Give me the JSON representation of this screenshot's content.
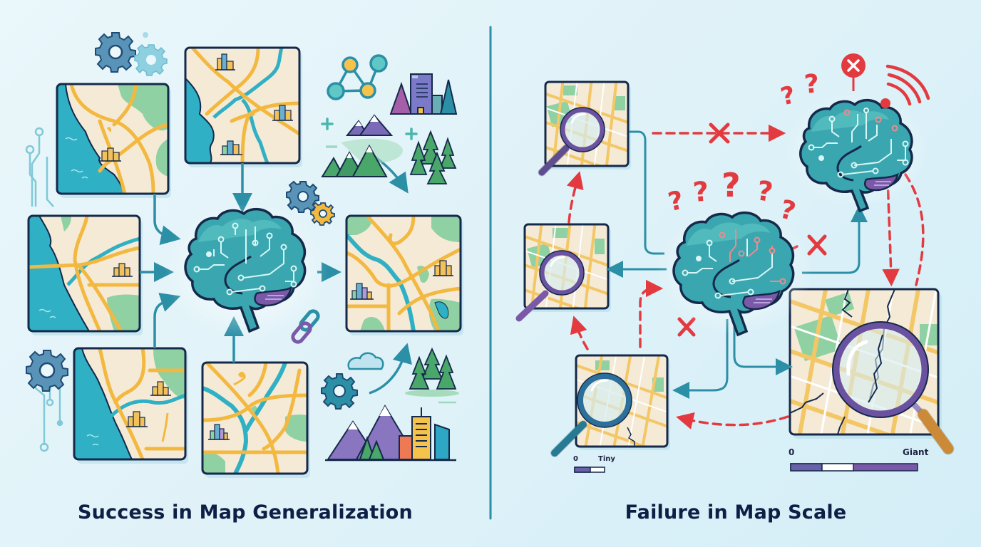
{
  "panels": {
    "left": {
      "title": "Success in Map Generalization",
      "theme": "success",
      "elements": [
        "map-tile-coast",
        "map-tile-river-coast",
        "map-tile-coastal-city",
        "map-tile-city-river",
        "map-tile-river-grid",
        "brain-circuit",
        "generalized-map-output",
        "gear-icons",
        "node-graph-icon",
        "mountain-icons",
        "forest-icons",
        "city-skyline-icon",
        "cloud-icon",
        "chain-link-icon"
      ]
    },
    "right": {
      "title": "Failure in Map Scale",
      "theme": "failure",
      "elements": [
        "magnified-map-tile-top",
        "magnified-map-tile-middle",
        "magnified-map-tile-small",
        "cracked-magnified-map-large",
        "confused-brain",
        "alert-brain",
        "question-marks",
        "error-x-marks",
        "error-pin",
        "signal-waves"
      ],
      "scale_small": {
        "min_label": "0",
        "max_label": "Tiny"
      },
      "scale_large": {
        "min_label": "0",
        "max_label": "Giant"
      }
    }
  },
  "colors": {
    "background": "#dff2f8",
    "outline": "#15294a",
    "water": "#2fb0c4",
    "land": "#f5ead6",
    "road": "#f3b840",
    "park": "#8fd1a2",
    "brain": "#3aa6b0",
    "brain_light": "#5fc8c6",
    "cerebellum": "#7a5aa8",
    "arrow_teal": "#2b8fa6",
    "error_red": "#e23a3f",
    "divider": "#2b8fa6",
    "caption": "#0e1f45"
  }
}
